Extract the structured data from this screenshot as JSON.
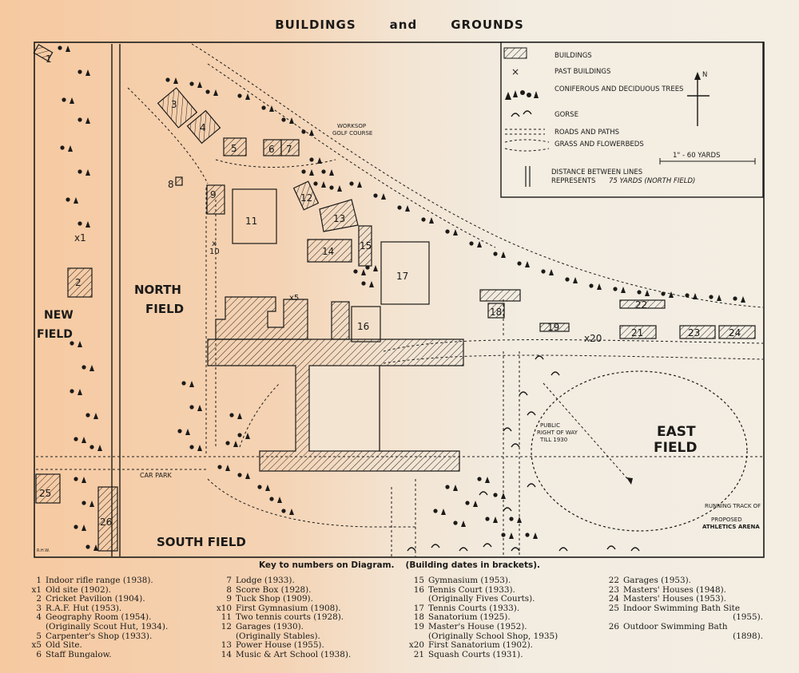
{
  "title": {
    "left": "BUILDINGS",
    "middle": "and",
    "right": "GROUNDS"
  },
  "legend": {
    "buildings": "BUILDINGS",
    "past_buildings": "PAST BUILDINGS",
    "trees": "CONIFEROUS AND DECIDUOUS TREES",
    "gorse": "GORSE",
    "roads": "ROADS AND PATHS",
    "grass": "GRASS AND FLOWERBEDS",
    "scale": "1\" - 60 YARDS",
    "distance_line1": "DISTANCE BETWEEN LINES",
    "distance_line2": "REPRESENTS",
    "distance_value": "75 YARDS (NORTH FIELD)",
    "north": "N"
  },
  "map_labels": {
    "north_field_1": "NORTH",
    "north_field_2": "FIELD",
    "new_field_1": "NEW",
    "new_field_2": "FIELD",
    "south_field": "SOUTH FIELD",
    "east_field_1": "EAST",
    "east_field_2": "FIELD",
    "car_park": "CAR PARK",
    "worksop": "WORKSOP",
    "golf": "GOLF COURSE",
    "prow_1": "PUBLIC",
    "prow_2": "RIGHT OF WAY",
    "prow_3": "TILL 1930",
    "track_1": "RUNNING TRACK OF",
    "track_2": "PROPOSED",
    "track_3": "ATHLETICS ARENA",
    "signature": "R.H.W."
  },
  "building_numbers": {
    "b1": "1",
    "b2": "2",
    "b3": "3",
    "b4": "4",
    "b5": "5",
    "b6": "6",
    "b7": "7",
    "b8": "8",
    "b9": "9",
    "b11": "11",
    "b12": "12",
    "b13": "13",
    "b14": "14",
    "b15": "15",
    "b16": "16",
    "b17": "17",
    "b18": "18",
    "b19": "19",
    "b21": "21",
    "b22": "22",
    "b23": "23",
    "b24": "24",
    "b25": "25",
    "b26": "26",
    "x1": "x1",
    "x5": "x5",
    "x10": "x",
    "x10_num": "10",
    "x20": "x20"
  },
  "key": {
    "heading": "Key to numbers on Diagram.",
    "heading_note": "(Building dates in brackets).",
    "col1": [
      {
        "num": "1",
        "text": "Indoor rifle range (1938)."
      },
      {
        "num": "x1",
        "text": "Old site (1902)."
      },
      {
        "num": "2",
        "text": "Cricket Pavilion (1904)."
      },
      {
        "num": "3",
        "text": "R.A.F. Hut (1953)."
      },
      {
        "num": "4",
        "text": "Geography Room (1954).",
        "sub": "(Originally Scout Hut, 1934)."
      },
      {
        "num": "5",
        "text": "Carpenter's Shop (1933)."
      },
      {
        "num": "x5",
        "text": "Old Site."
      },
      {
        "num": "6",
        "text": "Staff Bungalow."
      }
    ],
    "col2": [
      {
        "num": "7",
        "text": "Lodge (1933)."
      },
      {
        "num": "8",
        "text": "Score Box (1928)."
      },
      {
        "num": "9",
        "text": "Tuck Shop (1909)."
      },
      {
        "num": "x10",
        "text": "First Gymnasium (1908)."
      },
      {
        "num": "11",
        "text": "Two tennis courts (1928)."
      },
      {
        "num": "12",
        "text": "Garages (1930).",
        "sub": "(Originally Stables)."
      },
      {
        "num": "13",
        "text": "Power House (1955)."
      },
      {
        "num": "14",
        "text": "Music & Art School (1938)."
      }
    ],
    "col3": [
      {
        "num": "15",
        "text": "Gymnasium (1953)."
      },
      {
        "num": "16",
        "text": "Tennis Court (1933).",
        "sub": "(Originally Fives Courts)."
      },
      {
        "num": "17",
        "text": "Tennis Courts (1933)."
      },
      {
        "num": "18",
        "text": "Sanatorium (1925)."
      },
      {
        "num": "19",
        "text": "Master's House (1952).",
        "sub": "(Originally School Shop, 1935)"
      },
      {
        "num": "x20",
        "text": "First Sanatorium (1902)."
      },
      {
        "num": "21",
        "text": "Squash Courts (1931)."
      }
    ],
    "col4": [
      {
        "num": "22",
        "text": "Garages (1953)."
      },
      {
        "num": "23",
        "text": "Masters' Houses (1948)."
      },
      {
        "num": "24",
        "text": "Masters' Houses (1953)."
      },
      {
        "num": "25",
        "text": "Indoor Swimming Bath Site",
        "sub": "(1955)."
      },
      {
        "num": "26",
        "text": "Outdoor Swimming Bath",
        "sub": "(1898)."
      }
    ]
  }
}
